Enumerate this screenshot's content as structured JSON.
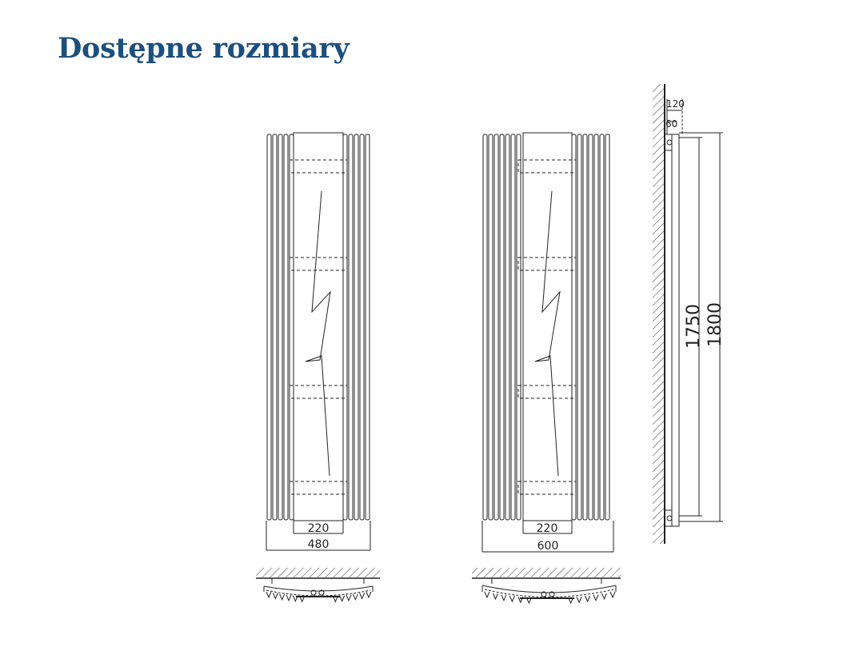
{
  "title": "Dostępne rozmiary",
  "radiators": [
    {
      "inner_width": "220",
      "overall_width": "480"
    },
    {
      "inner_width": "220",
      "overall_width": "600"
    }
  ],
  "side_view": {
    "depth_outer": "120",
    "depth_inner": "60",
    "height_inner": "1750",
    "height_outer": "1800"
  },
  "colors": {
    "title": "#1b4f7e",
    "line": "#222222"
  }
}
